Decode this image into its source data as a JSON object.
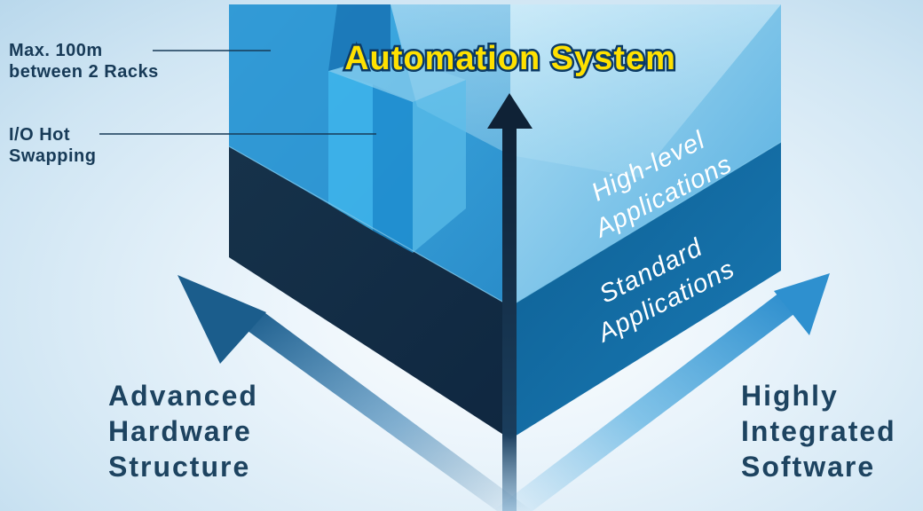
{
  "title": "Automation System",
  "annotations": [
    {
      "lines": [
        "Max. 100m",
        "between 2 Racks"
      ]
    },
    {
      "lines": [
        "I/O Hot",
        "Swapping"
      ]
    }
  ],
  "prism_faces": {
    "upper": [
      "High-level",
      "Applications"
    ],
    "lower": [
      "Standard",
      "Applications"
    ]
  },
  "axes": {
    "left": [
      "Advanced",
      "Hardware",
      "Structure"
    ],
    "right": [
      "Highly",
      "Integrated",
      "Software"
    ]
  },
  "colors": {
    "title_fill": "#ffe100",
    "title_outline": "#0b3a66",
    "label_text": "#173a57",
    "face_text": "#ffffff",
    "glass_blue": "#3aa6de",
    "dark_navy": "#0f2a42",
    "axis_arrow": "#1f6a9e"
  }
}
